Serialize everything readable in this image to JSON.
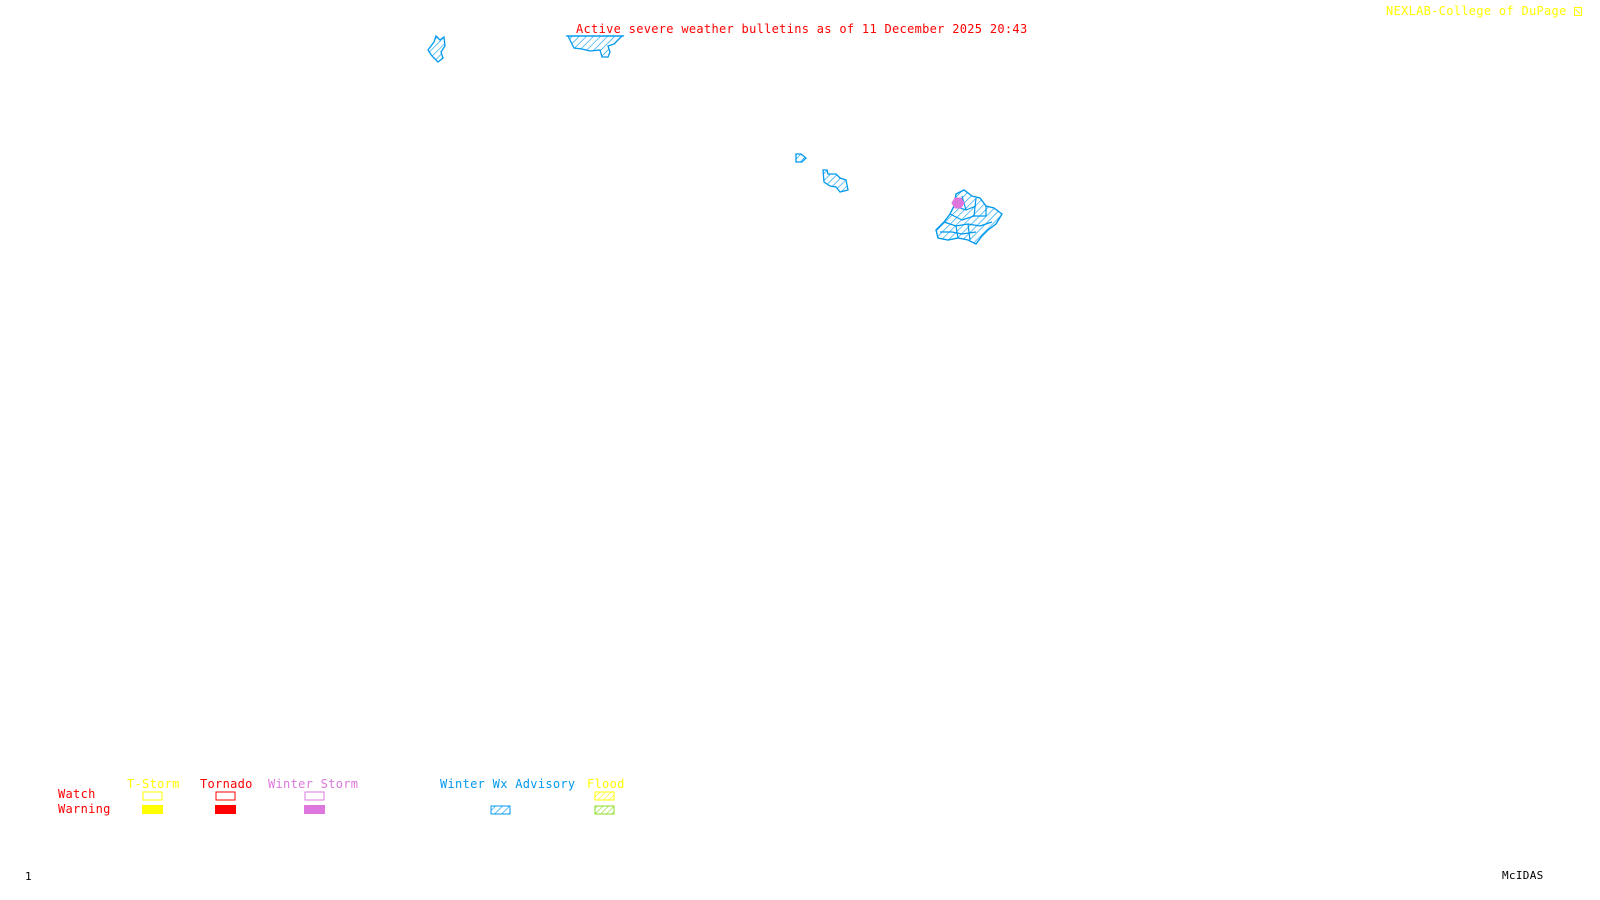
{
  "header": {
    "title": "Active severe weather bulletins as of 11 December 2025 20:43",
    "credit": "NEXLAB-College of DuPage",
    "credit_icon": "nexlab-logo-icon"
  },
  "colors": {
    "title": "#ff0000",
    "credit": "#ffff00",
    "tstorm": "#ffff00",
    "tornado": "#ff0000",
    "winter_storm": "#dd77dd",
    "winter_wx_advisory": "#0099ee",
    "flood_watch": "#ffff00",
    "flood_warning": "#88dd22",
    "row_labels": "#ff0000",
    "footer": "#000000"
  },
  "legend": {
    "row_labels": {
      "watch": "Watch",
      "warning": "Warning"
    },
    "columns": [
      {
        "key": "tstorm",
        "label": "T-Storm",
        "watch": "outline",
        "warning": "filled"
      },
      {
        "key": "tornado",
        "label": "Tornado",
        "watch": "outline",
        "warning": "filled"
      },
      {
        "key": "winter_storm",
        "label": "Winter Storm",
        "watch": "outline",
        "warning": "filled"
      },
      {
        "key": "winter_wx_advisory",
        "label": "Winter Wx Advisory",
        "watch": null,
        "warning": "hatched"
      },
      {
        "key": "flood",
        "label": "Flood",
        "watch": "hatched",
        "warning": "hatched"
      }
    ]
  },
  "map": {
    "active_areas": [
      {
        "type": "Winter Wx Advisory",
        "region": "northwest-small"
      },
      {
        "type": "Winter Wx Advisory",
        "region": "north-border"
      },
      {
        "type": "Winter Wx Advisory",
        "region": "central-small"
      },
      {
        "type": "Winter Wx Advisory",
        "region": "central"
      },
      {
        "type": "Winter Wx Advisory",
        "region": "east-cluster"
      },
      {
        "type": "Winter Storm Warning",
        "region": "east-cluster"
      }
    ]
  },
  "footer": {
    "frame_number": "1",
    "software": "McIDAS"
  }
}
